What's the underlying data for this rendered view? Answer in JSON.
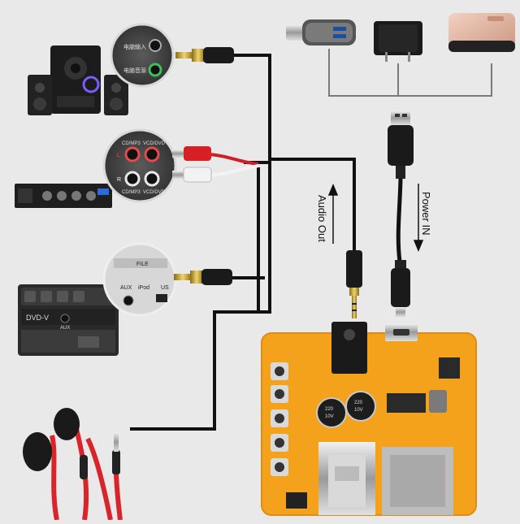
{
  "labels": {
    "audio_out": "Audio Out",
    "power_in": "Power IN"
  },
  "speaker_panel": {
    "line1": "电脑输入",
    "line2": "电脑音源"
  },
  "amplifier_panel": {
    "top_left": "CD/MP3",
    "top_right": "VCD/DVD",
    "left_channel": "L",
    "right_channel": "R",
    "bottom_left": "CD/MP3",
    "bottom_right": "VCD/DVD"
  },
  "stereo_panel": {
    "header": "FILE",
    "aux": "AUX",
    "ipod": "iPod",
    "usb": "US"
  },
  "stereo_unit": {
    "logo": "DVD-V",
    "aux": "AUX"
  },
  "board": {
    "cap1": "220",
    "cap1_v": "10V",
    "cap2": "220",
    "cap2_v": "10V"
  },
  "colors": {
    "background": "#e9e9e9",
    "wire": "#111111",
    "board": "#f4a21b",
    "earphone_cable": "#d8242b",
    "rca_red": "#d71f26"
  }
}
